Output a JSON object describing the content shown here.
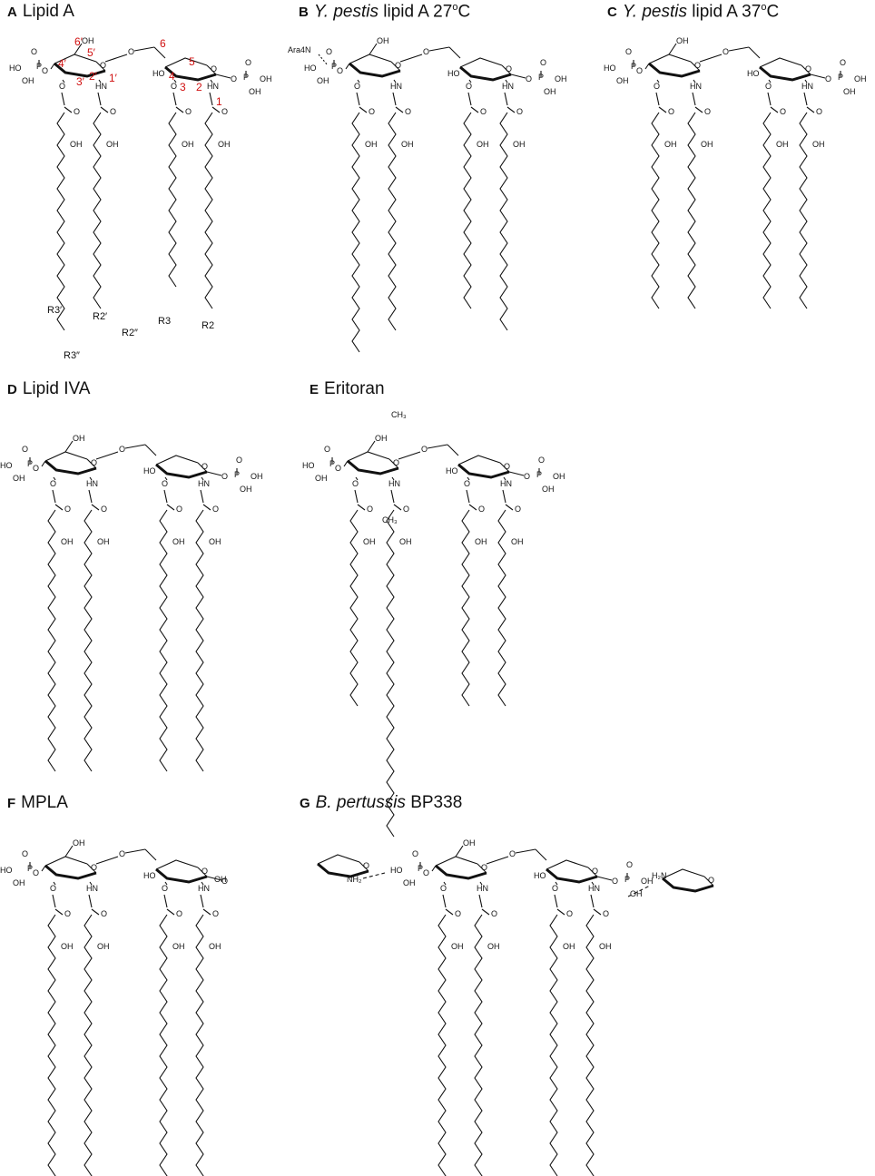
{
  "panels": {
    "A": {
      "letter": "A",
      "title": "Lipid A",
      "numbers": [
        "6′",
        "5′",
        "4′",
        "3′",
        "2′",
        "1′",
        "6",
        "5",
        "4",
        "3",
        "2",
        "1"
      ],
      "rgroups": [
        "R3′",
        "R2′",
        "R2″",
        "R3",
        "R2",
        "R3″"
      ]
    },
    "B": {
      "letter": "B",
      "species": "Y. pestis",
      "title": " lipid A 27",
      "sup": "o",
      "unit": "C",
      "ara4n": "Ara4N"
    },
    "C": {
      "letter": "C",
      "species": "Y. pestis",
      "title": " lipid A 37",
      "sup": "o",
      "unit": "C"
    },
    "D": {
      "letter": "D",
      "title": "Lipid IVA"
    },
    "E": {
      "letter": "E",
      "title": "Eritoran",
      "ch3": "CH₃"
    },
    "F": {
      "letter": "F",
      "title": "MPLA"
    },
    "G": {
      "letter": "G",
      "species": "B. pertussis",
      "title": " BP338",
      "nh2": "NH₂",
      "h2n": "H₂N"
    }
  },
  "atom_labels": {
    "p": "P",
    "o": "O",
    "oh": "OH",
    "ho": "HO",
    "hn": "HN"
  },
  "colors": {
    "numbering": "#d01010",
    "bonds": "#111111"
  }
}
